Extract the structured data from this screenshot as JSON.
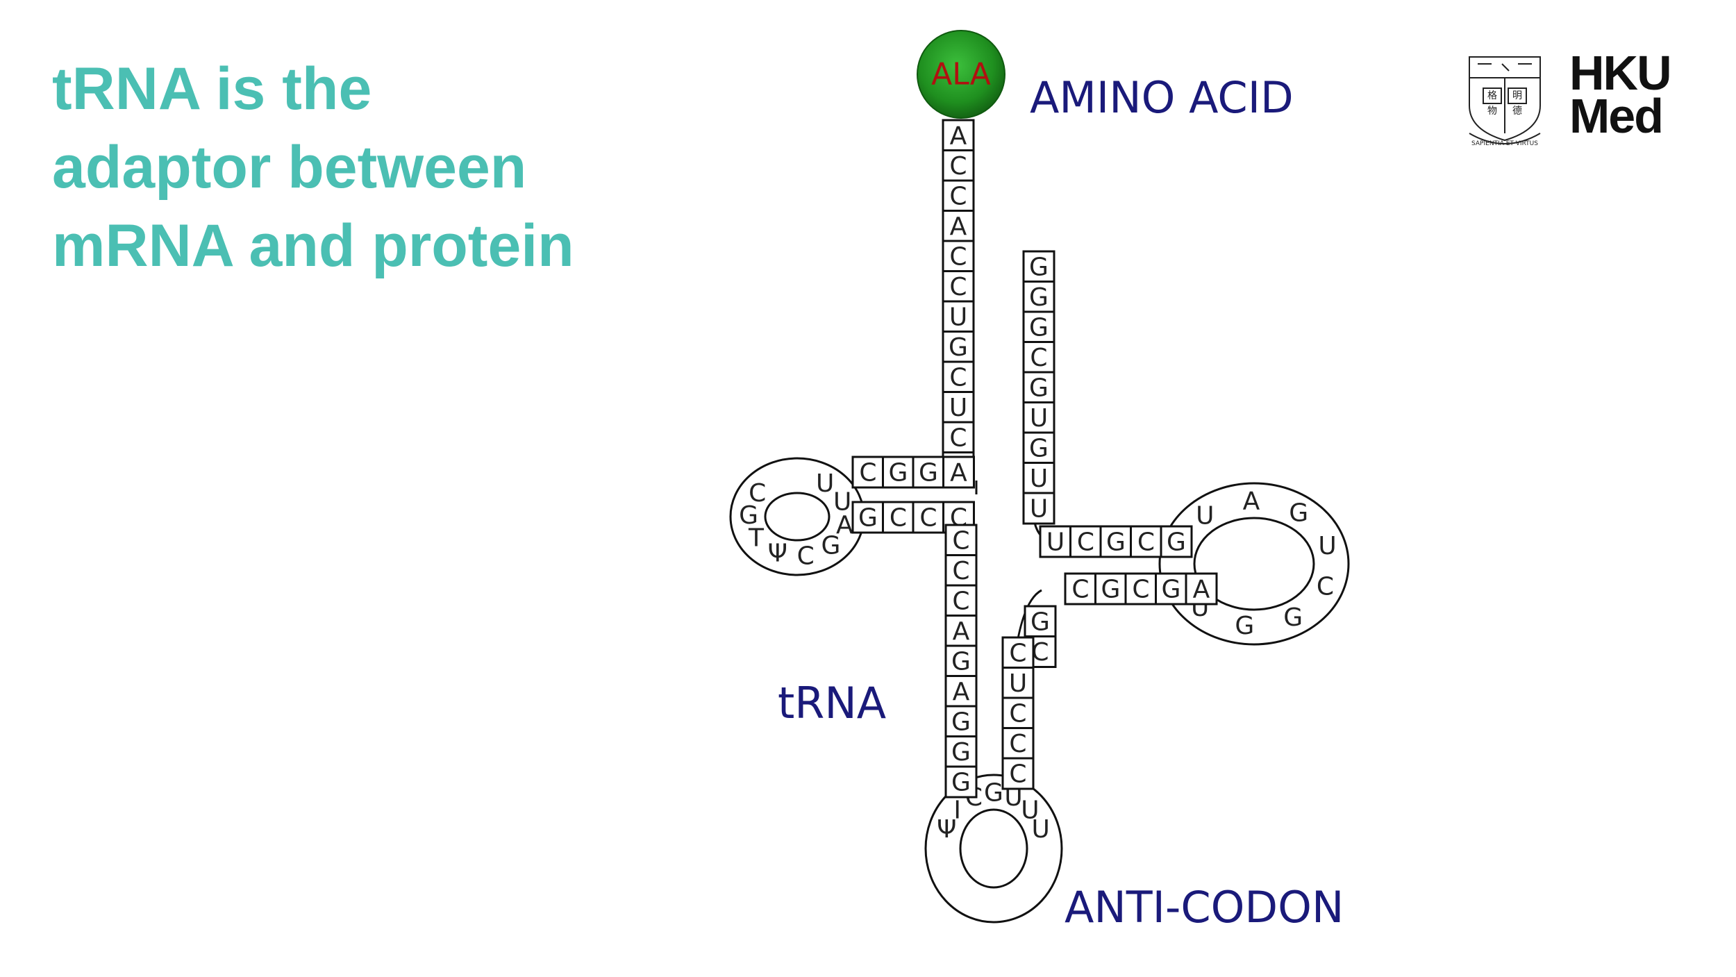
{
  "slide": {
    "title_lines": [
      "tRNA is the",
      "adaptor between",
      "mRNA and protein"
    ]
  },
  "diagram": {
    "amino_acid_label": "AMINO ACID",
    "amino_acid": "ALA",
    "trna_label": "tRNA",
    "anticodon_label": "ANTI-CODON",
    "acceptor_stem": [
      "A",
      "C",
      "C",
      "A",
      "C",
      "C",
      "U",
      "G",
      "C",
      "U",
      "C",
      "A"
    ],
    "d_arm_top": [
      "C",
      "G",
      "G",
      "A"
    ],
    "d_arm_bottom": [
      "G",
      "C",
      "C",
      "C"
    ],
    "d_loop": [
      "U",
      "U",
      "A",
      "G",
      "C",
      "Ψ",
      "T",
      "G",
      "C"
    ],
    "anticodon_stem_left": [
      "C",
      "C",
      "C",
      "A",
      "G",
      "A",
      "G",
      "G",
      "G"
    ],
    "anticodon_stem_right": [
      "C",
      "U",
      "C",
      "C",
      "C"
    ],
    "anticodon_loop": [
      "Ψ",
      "I",
      "C",
      "G",
      "U",
      "U",
      "U"
    ],
    "right_stem": [
      "G",
      "G",
      "G",
      "C",
      "G",
      "U",
      "G",
      "U",
      "U"
    ],
    "t_arm_top": [
      "U",
      "C",
      "G",
      "C",
      "G"
    ],
    "t_arm_bottom": [
      "C",
      "G",
      "C",
      "G",
      "A"
    ],
    "t_loop": [
      "U",
      "A",
      "G",
      "U",
      "C",
      "G",
      "G",
      "U"
    ],
    "lower_right_stem": [
      "G",
      "C"
    ],
    "colors": {
      "title": "#4bbfb3",
      "label": "#1a1a7a",
      "amino_acid_fill": "#1f8f1f",
      "amino_acid_text": "#b01010"
    }
  },
  "logo": {
    "text_line1": "HKU",
    "text_line2": "Med",
    "crest_motto": "SAPIENTIA ET VIRTUS",
    "crest_chars": [
      "格",
      "明",
      "物",
      "德"
    ]
  }
}
